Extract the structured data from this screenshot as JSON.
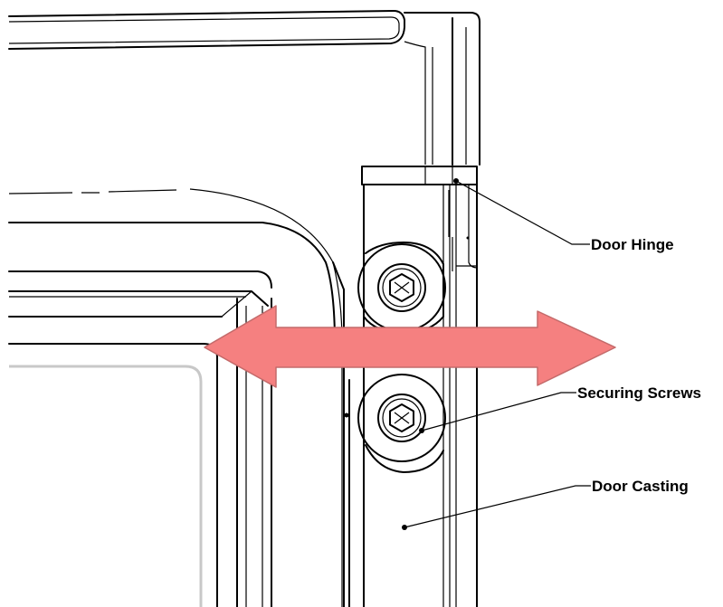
{
  "labels": {
    "door_hinge": "Door Hinge",
    "securing_screws": "Securing Screws",
    "door_casting": "Door Casting"
  },
  "colors": {
    "arrow_fill": "#f58080",
    "arrow_stroke": "#c46a6a",
    "line": "#000000"
  }
}
